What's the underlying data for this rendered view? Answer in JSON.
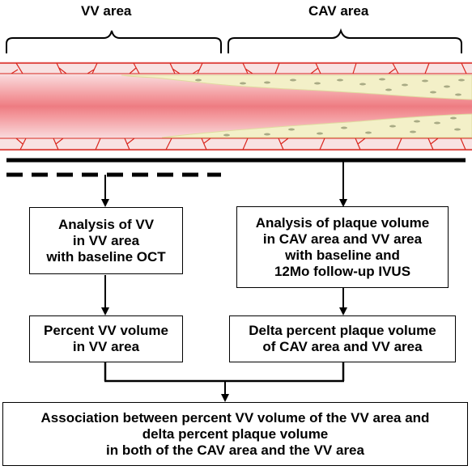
{
  "region_labels": {
    "vv": "VV area",
    "cav": "CAV area"
  },
  "boxes": {
    "analysis_vv": [
      "Analysis of VV",
      "in VV area",
      "with baseline OCT"
    ],
    "analysis_plaque": [
      "Analysis of plaque volume",
      "in CAV area and VV area",
      "with baseline and",
      "12Mo follow-up IVUS"
    ],
    "percent_vv": [
      "Percent VV volume",
      "in VV area"
    ],
    "delta_plaque": [
      "Delta percent plaque volume",
      "of CAV area and VV area"
    ],
    "association": [
      "Association between percent VV volume of the VV area and",
      "delta percent plaque volume",
      "in both of the CAV area and the VV area"
    ]
  },
  "colors": {
    "vessel_wall": "#f6dada",
    "lumen": "#f07f85",
    "plaque": "#f3f0c8",
    "vasa_vasorum": "#d9271f",
    "plaque_dots": "#a9ab85",
    "ink": "#000000"
  }
}
